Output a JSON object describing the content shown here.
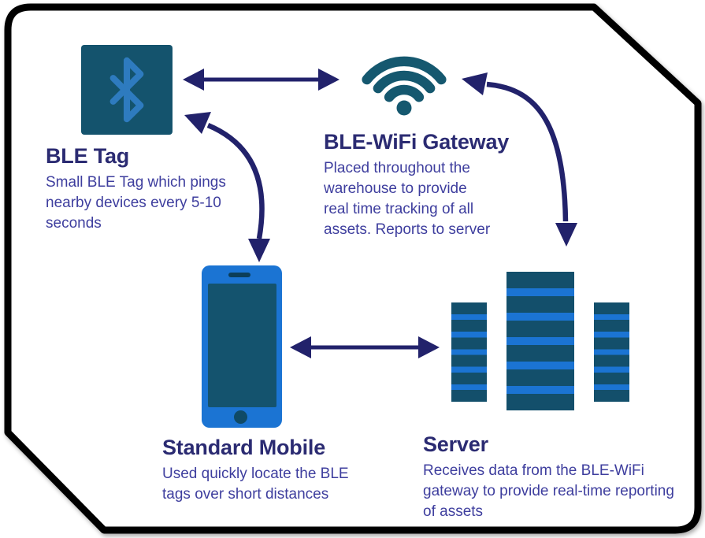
{
  "diagram": {
    "nodes": {
      "ble_tag": {
        "icon": "bluetooth-icon",
        "title": "BLE Tag",
        "description": "Small BLE Tag which pings nearby devices every 5-10 seconds",
        "lines": [
          "Small BLE Tag which pings",
          "nearby devices every 5-10",
          "seconds"
        ]
      },
      "gateway": {
        "icon": "wifi-icon",
        "title": "BLE-WiFi Gateway",
        "description": "Placed throughout the warehouse to provide real time tracking of all assets. Reports to server",
        "lines": [
          "Placed throughout the",
          "warehouse to provide",
          "real time tracking of all",
          "assets. Reports to server"
        ]
      },
      "mobile": {
        "icon": "smartphone-icon",
        "title": "Standard Mobile",
        "description": "Used quickly locate the BLE tags over short distances",
        "lines": [
          "Used quickly locate the BLE",
          "tags over short distances"
        ]
      },
      "server": {
        "icon": "server-rack-icon",
        "title": "Server",
        "description": "Receives data from the BLE-WiFi gateway to provide real-time reporting of assets",
        "lines": [
          "Receives data from the BLE-WiFi",
          "gateway to provide real-time reporting",
          "of assets"
        ]
      }
    },
    "connections": [
      {
        "from": "ble_tag",
        "to": "gateway",
        "style": "double-headed-straight"
      },
      {
        "from": "ble_tag",
        "to": "mobile",
        "style": "double-headed-curved"
      },
      {
        "from": "gateway",
        "to": "server",
        "style": "double-headed-curved"
      },
      {
        "from": "mobile",
        "to": "server",
        "style": "double-headed-straight"
      }
    ],
    "colors": {
      "border": "#000000",
      "arrow": "#22226B",
      "title_text": "#2B2B72",
      "body_text": "#3E3E9E",
      "teal_icon": "#15586F",
      "blue_device": "#1B74D3",
      "bluetooth_glyph": "#2E7BBF",
      "dark_slat": "#134F6B"
    }
  }
}
